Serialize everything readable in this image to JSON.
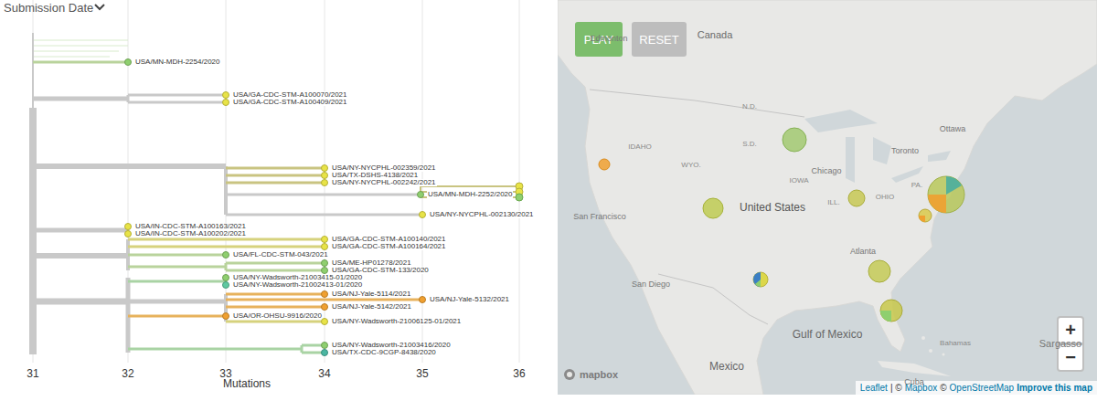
{
  "diagram": {
    "nodes": [
      {
        "text": [
          "USA/MN-MDH-2254/2020"
        ]
      },
      {
        "text": [
          "USA/GA-CDC-STM-A100070/2021"
        ]
      },
      {
        "text": [
          "USA/GA-CDC-STM-A100409/2021"
        ]
      },
      {
        "text": [
          "USA/NY-NYCPHL-002359/2021"
        ]
      },
      {
        "text": [
          "USA/TX-DSHS-4138/2021"
        ]
      },
      {
        "text": [
          "USA/NY-NYCPHL-002242/2021"
        ]
      },
      {
        "text": [
          "USA/MN-MDH-2252/2020"
        ]
      },
      {
        "text": [
          "USA/NY-NYCPHL-002130/2021"
        ]
      },
      {
        "text": [
          "USA/IN-CDC-STM-A100163/2021"
        ]
      },
      {
        "text": [
          "USA/IN-CDC-STM-A100202/2021"
        ]
      },
      {
        "text": [
          "USA/GA-CDC-STM-A100140/2021"
        ]
      },
      {
        "text": [
          "USA/GA-CDC-STM-A100164/2021"
        ]
      },
      {
        "text": [
          "USA/FL-CDC-STM-043/2021"
        ]
      },
      {
        "text": [
          "USA/ME-HP01278/2021"
        ]
      },
      {
        "text": [
          "USA/GA-CDC-STM-133/2020"
        ]
      },
      {
        "text": [
          "USA/NY-Wadsworth-21003415-01/2020"
        ]
      },
      {
        "text": [
          "USA/NY-Wadsworth-21002413-01/2020"
        ]
      },
      {
        "text": [
          "USA/NJ-Yale-5114/2021"
        ]
      },
      {
        "text": [
          "USA/NJ-Yale-5132/2021"
        ]
      },
      {
        "text": [
          "USA/NJ-Yale-5142/2021"
        ]
      },
      {
        "text": [
          "USA/OR-OHSU-9916/2020"
        ]
      },
      {
        "text": [
          "USA/NY-Wadsworth-21006125-01/2021"
        ]
      },
      {
        "text": [
          "USA/NY-Wadsworth-21003416/2020"
        ]
      },
      {
        "text": [
          "USA/TX-CDC-9CGP-8438/2020"
        ]
      },
      {
        "text": [
          "PLAY"
        ]
      },
      {
        "text": [
          "RESET"
        ]
      },
      {
        "text": [
          "+"
        ]
      },
      {
        "text": [
          "−"
        ]
      }
    ],
    "labels": [
      "Submission Date",
      "31",
      "32",
      "33",
      "34",
      "35",
      "36",
      "Mutations",
      "Canada",
      "Edmonton",
      "N.D.",
      "S.D.",
      "IDAHO",
      "WYO.",
      "IOWA",
      "Chicago",
      "ILL.",
      "OHIO",
      "PA.",
      "Toronto",
      "Ottawa",
      "United States",
      "San Francisco",
      "Atlanta",
      "San Diego",
      "Gulf of Mexico",
      "Mexico",
      "Cuba",
      "Bahamas",
      "Sargasso",
      "mapbox",
      "Leaflet",
      "| ©",
      "Mapbox",
      "©",
      "OpenStreetMap",
      "Improve this map"
    ]
  }
}
